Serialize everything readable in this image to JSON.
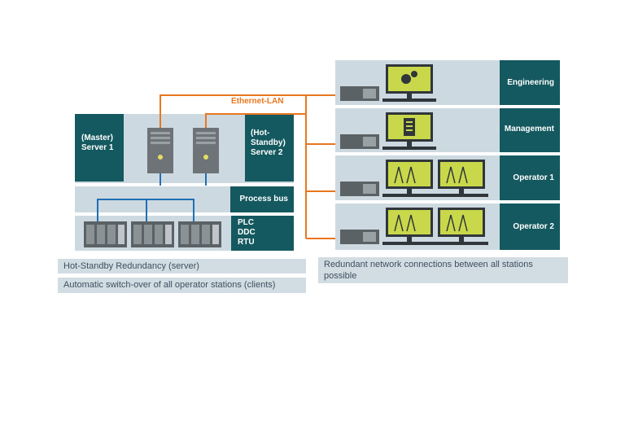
{
  "network": {
    "ethernet_label": "Ethernet-LAN"
  },
  "left": {
    "master_server": [
      "(Master)",
      "Server 1"
    ],
    "standby_server": [
      "(Hot-",
      "Standby)",
      "Server 2"
    ],
    "process_bus": "Process bus",
    "field_devices": [
      "PLC",
      "DDC",
      "RTU"
    ]
  },
  "right": {
    "stations": [
      {
        "label": "Engineering"
      },
      {
        "label": "Management"
      },
      {
        "label": "Operator 1"
      },
      {
        "label": "Operator 2"
      }
    ]
  },
  "captions": {
    "left": [
      "Hot-Standby Redundancy (server)",
      "Automatic switch-over of all operator stations (clients)"
    ],
    "right": "Redundant network connections between all stations possible"
  },
  "colors": {
    "teal": "#14595f",
    "panel": "#cdd9e0",
    "ethernet": "#e8771e",
    "process_bus": "#1f6fb4",
    "screen": "#c9d84a"
  }
}
